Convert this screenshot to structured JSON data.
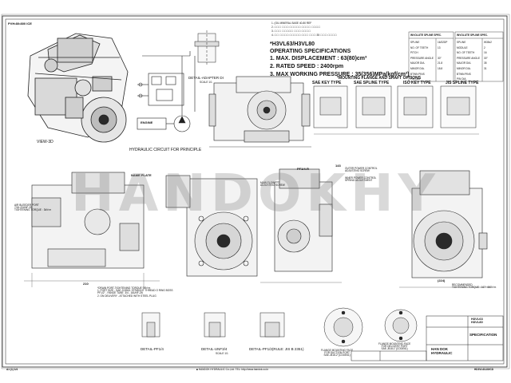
{
  "header": {
    "tag": "PVH•80•800 ICE",
    "notes": [
      "1. (OIL MINERAL BASE 40-80 REF",
      "2. ☐☐☐ ☐☐☐ ☐☐☐☐☐ ☐☐☐☐ ☐☐☐☐",
      "3. ☐☐☐ ☐☐☐☐☐ ☐☐☐ ☐☐☐☐",
      "4. ☐☐ ☐☐☐☐ ☐☐☐☐☐ ☐☐☐ ☐☐☐ 35 ☐☐☐ ☐☐☐☐"
    ]
  },
  "specifications": {
    "model": "*H3VL63/H3VL80",
    "heading": "OPERATING SPECIFICATIONS",
    "line1": "1. MAX. DISPLACEMENT : 63(80)cm³",
    "line2": "2. RATED SPEED : 2400rpm",
    "line3": "3. MAX WORKING PRESSURE : 35(356)MPa(kgf/cm²)",
    "mounting_heading": "*MOUNTING FLANGE AND SHAFT OPTIONS"
  },
  "shaft_options": [
    "SAE KEY TYPE",
    "SAE SPLINE TYPE",
    "ISO KEY TYPE",
    "JIS SPLINE TYPE"
  ],
  "spline_tables": [
    {
      "title": "INVOLUTE SPLINE SPEC.",
      "rows": [
        [
          "SPLINE",
          "16/32DP"
        ],
        [
          "NO. OF TEETH",
          "13"
        ],
        [
          "PITCH",
          ""
        ],
        [
          "PRESSURE ANGLE",
          "30°"
        ],
        [
          "MAJOR DIA.",
          "21.8"
        ],
        [
          "MINOR DIA.",
          "18.8"
        ],
        [
          "BTWN PINS",
          ""
        ],
        [
          "PIN DIA.",
          ""
        ]
      ]
    },
    {
      "title": "INVOLUTE SPLINE SPEC.",
      "rows": [
        [
          "SPLINE",
          "W35x2"
        ],
        [
          "MODULE",
          "2"
        ],
        [
          "NO. OF TEETH",
          "16"
        ],
        [
          "PRESSURE ANGLE",
          "30°"
        ],
        [
          "MAJOR DIA.",
          "35"
        ],
        [
          "MINOR DIA.",
          "31"
        ],
        [
          "BTWN PINS",
          ""
        ],
        [
          "PIN DIA.",
          ""
        ]
      ]
    }
  ],
  "views": {
    "view_3d": "VIEW-3D",
    "hydraulic": "HYDRAULIC CIRCUIT FOR PRINCIPLE",
    "engine": "ENGINE",
    "adapter": "DETAIL-ADAPTER DI",
    "scale_adapter": "SCALE 1/1",
    "pf": "PF1/4-R",
    "detail_pf": "DETAIL-PF1/4",
    "detail_unf": "DETAIL-UNF3/4",
    "detail_pf12": "DETAIL-PF1/2(RULE: JIS B 2351)",
    "flange_suction": "FLANGE MOUNTING FACE\nFOR SUCTION PORT\nSAE-J518-2\"(CODE61)",
    "flange_delivery": "FLANGE MOUNTING FACE\nFOR DELIVERY PORT\nSAE-J518-1\"(CODE61)",
    "scale": "SCALE 1/1"
  },
  "callouts": {
    "name_plate": "NAME PLATE",
    "air_bleeder": "AIR BLEEDER PORT\n7/16-20UNF-2B\nTIGHTENING TORQUE : 3kN·m",
    "main_flow": "MAIN FLOW\nADJUSTING SCREW",
    "outer_power": "OUTER POWER CONTROL\nADJUSTING SCREW",
    "inner_power": "INNER POWER CONTROL\nSPRING ADJUSTMENT",
    "drain_port": "*DRAIN PORT-TIGHTENING TORQUE 98N·m\n1. PORT SIZE - SAE J1926/1 STRAIGHT THREAD O RING BOSS\nPF1/2\" - FANGE TUBE  3/4 - 16UNF-2B\n2. ON DELIVERY - ATTACHED WITH STEEL PLUG",
    "recommended": "RECOMMENDED\nTIGHTENING TORQUE : 167~456N·m",
    "dim_main_width": "143",
    "dim_length": "210",
    "dim_height": "(224)"
  },
  "title_block": {
    "company": "HAN DOK\nHYDRAULIC",
    "doc_type": "SPECIFICATION",
    "drawing_title": "H3VL63\nH3VL80",
    "footer_left": "A1 (1) 1/4",
    "footer_center": "■ HANDOK HYDRAULIC Co.,Ltd. TEL: http://www.handok.co.kr",
    "footer_right": "HD3VL63-80/CD"
  },
  "watermark": "HANDOKHY"
}
